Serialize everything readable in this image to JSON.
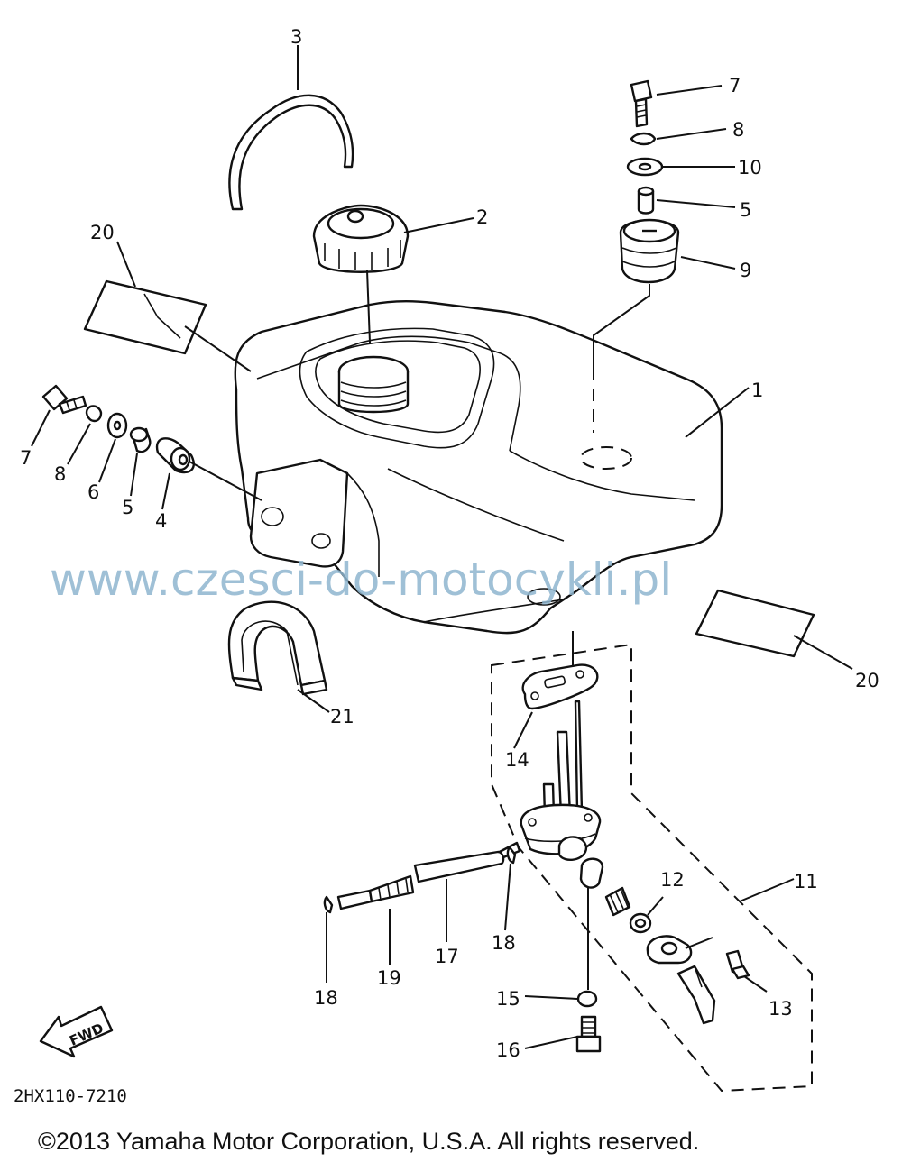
{
  "callouts": {
    "n1": "1",
    "n2": "2",
    "n3": "3",
    "n4": "4",
    "n5a": "5",
    "n5b": "5",
    "n6": "6",
    "n7a": "7",
    "n7b": "7",
    "n8a": "8",
    "n8b": "8",
    "n9": "9",
    "n10": "10",
    "n11": "11",
    "n12": "12",
    "n13": "13",
    "n14": "14",
    "n15": "15",
    "n16": "16",
    "n17": "17",
    "n18a": "18",
    "n18b": "18",
    "n19": "19",
    "n20a": "20",
    "n20b": "20",
    "n21": "21"
  },
  "fwd_label": "FWD",
  "diagram_code": "2HX110-7210",
  "watermark": "www.czesci-do-motocykli.pl",
  "copyright": "©2013 Yamaha Motor Corporation, U.S.A. All rights reserved."
}
